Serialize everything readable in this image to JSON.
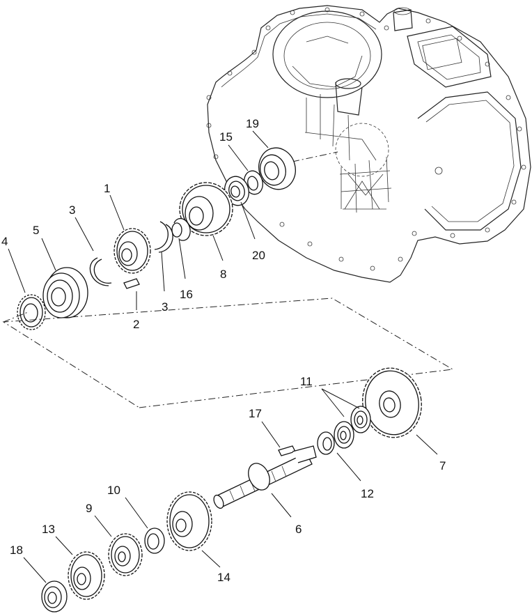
{
  "callouts": [
    {
      "id": "c1",
      "text": "1"
    },
    {
      "id": "c2",
      "text": "2"
    },
    {
      "id": "c3a",
      "text": "3"
    },
    {
      "id": "c3b",
      "text": "3"
    },
    {
      "id": "c4",
      "text": "4"
    },
    {
      "id": "c5",
      "text": "5"
    },
    {
      "id": "c6",
      "text": "6"
    },
    {
      "id": "c7",
      "text": "7"
    },
    {
      "id": "c8",
      "text": "8"
    },
    {
      "id": "c9",
      "text": "9"
    },
    {
      "id": "c10",
      "text": "10"
    },
    {
      "id": "c11",
      "text": "11"
    },
    {
      "id": "c12",
      "text": "12"
    },
    {
      "id": "c13",
      "text": "13"
    },
    {
      "id": "c14",
      "text": "14"
    },
    {
      "id": "c15",
      "text": "15"
    },
    {
      "id": "c16",
      "text": "16"
    },
    {
      "id": "c17",
      "text": "17"
    },
    {
      "id": "c18",
      "text": "18"
    },
    {
      "id": "c19",
      "text": "19"
    },
    {
      "id": "c20",
      "text": "20"
    }
  ]
}
